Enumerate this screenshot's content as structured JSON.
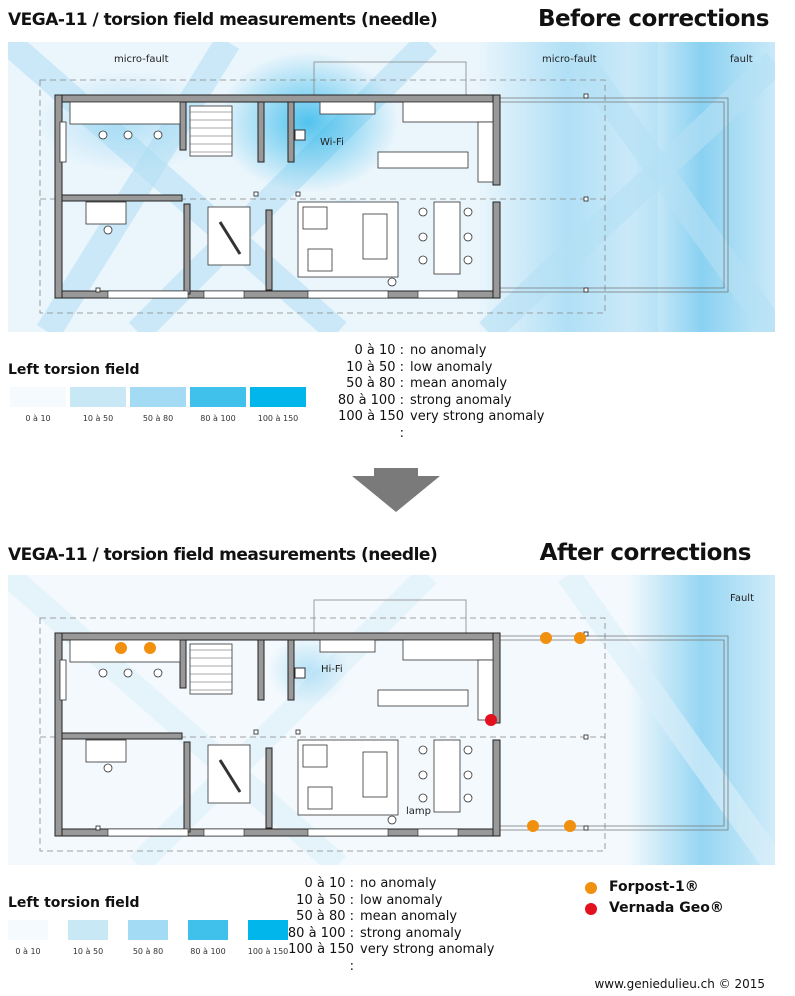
{
  "before": {
    "title": "VEGA-11 / torsion field measurements (needle)",
    "heading": "Before corrections",
    "labels": {
      "fault_left": "micro-fault",
      "fault_mid": "micro-fault",
      "fault_right": "fault",
      "device": "Wi-Fi"
    }
  },
  "after": {
    "title": "VEGA-11 / torsion field measurements (needle)",
    "heading": "After corrections",
    "labels": {
      "fault_right": "Fault",
      "device": "Hi-Fi",
      "lamp": "lamp"
    }
  },
  "legend": {
    "title": "Left torsion field",
    "swatches": [
      {
        "label": "0 à 10",
        "color": "#f5faff"
      },
      {
        "label": "10 à 50",
        "color": "#c9e8f6"
      },
      {
        "label": "50 à 80",
        "color": "#a2dbf3"
      },
      {
        "label": "80 à 100",
        "color": "#3fc1ec"
      },
      {
        "label": "100 à 150",
        "color": "#00b6ea"
      }
    ],
    "scale": [
      {
        "range": "0 à 10 :",
        "desc": "no anomaly"
      },
      {
        "range": "10 à 50 :",
        "desc": "low anomaly"
      },
      {
        "range": "50 à 80 :",
        "desc": "mean anomaly"
      },
      {
        "range": "80 à 100 :",
        "desc": "strong anomaly"
      },
      {
        "range": "100 à 150 :",
        "desc": "very strong anomaly"
      }
    ]
  },
  "markers": [
    {
      "label": "Forpost-1®",
      "color": "#f0900e"
    },
    {
      "label": "Vernada Geo®",
      "color": "#e3101f"
    }
  ],
  "footer": "www.geniedulieu.ch © 2015"
}
